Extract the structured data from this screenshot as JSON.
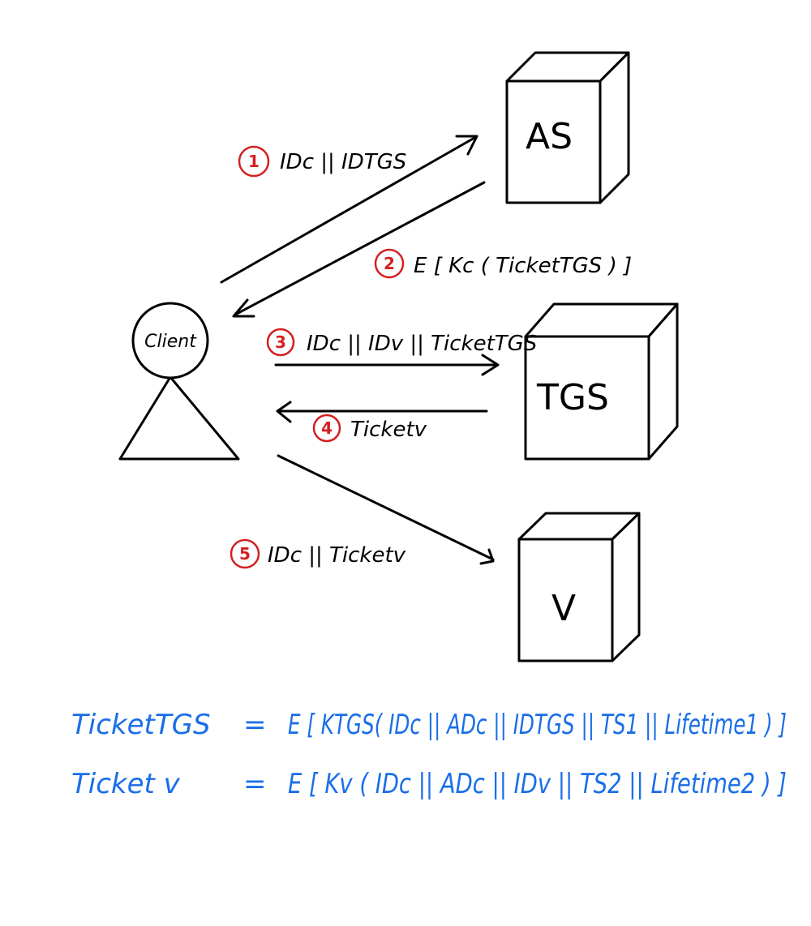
{
  "nodes": {
    "client": "Client",
    "as": "AS",
    "tgs": "TGS",
    "v": "V"
  },
  "messages": [
    {
      "num": "1",
      "text": "IDc || IDTGS"
    },
    {
      "num": "2",
      "text": "E [ Kc ( TicketTGS ) ]"
    },
    {
      "num": "3",
      "text": "IDc || IDv || TicketTGS"
    },
    {
      "num": "4",
      "text": "Ticketv"
    },
    {
      "num": "5",
      "text": "IDc || Ticketv"
    }
  ],
  "formulas": {
    "tgs_lhs": "TicketTGS",
    "tgs_rhs": "E [ KTGS( IDc || ADc || IDTGS || TS1 || Lifetime1 ) ]",
    "v_lhs": "Ticket v",
    "v_rhs": "E [ Kv ( IDc || ADc || IDv || TS2 || Lifetime2 ) ]"
  },
  "colors": {
    "ink": "#000000",
    "step_number": "#d42020",
    "formula": "#1a6ee8"
  }
}
